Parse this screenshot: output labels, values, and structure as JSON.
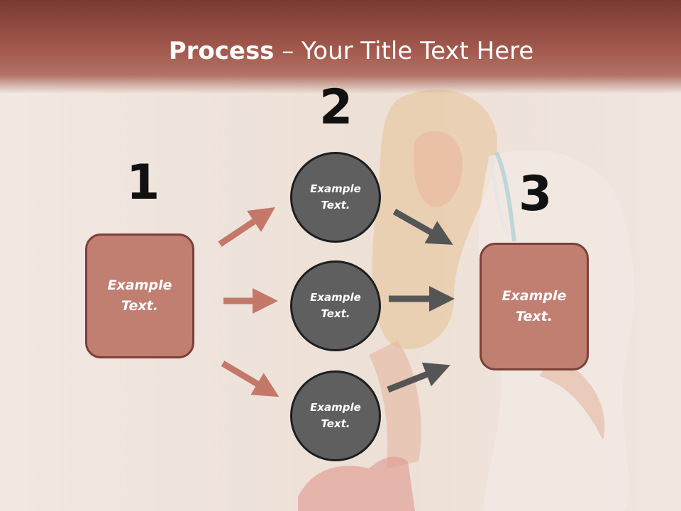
{
  "slide": {
    "title_bold": "Process",
    "title_rest": " – Your Title Text Here"
  },
  "steps": {
    "step1": {
      "number": "1",
      "text_line1": "Example",
      "text_line2": "Text."
    },
    "step2": {
      "number": "2"
    },
    "step3": {
      "number": "3",
      "text_line1": "Example",
      "text_line2": "Text."
    }
  },
  "circles": [
    {
      "text_line1": "Example",
      "text_line2": "Text."
    },
    {
      "text_line1": "Example",
      "text_line2": "Text."
    },
    {
      "text_line1": "Example",
      "text_line2": "Text."
    }
  ],
  "colors": {
    "header": "#a45a4e",
    "box_fill": "#c17f72",
    "box_border": "#7b4038",
    "circle_fill": "#5f5f5f",
    "arrow_salmon": "#c4786a",
    "arrow_dark": "#555555"
  }
}
